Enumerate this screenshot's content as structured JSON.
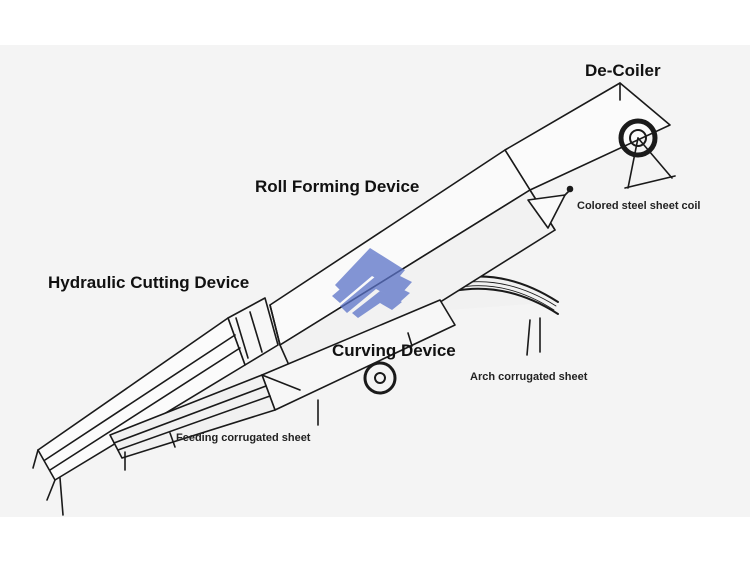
{
  "labels": {
    "decoiler": "De-Coiler",
    "roll_forming": "Roll Forming Device",
    "colored_coil": "Colored steel sheet coil",
    "hydraulic_cutting": "Hydraulic Cutting Device",
    "curving": "Curving Device",
    "arch_sheet": "Arch corrugated sheet",
    "feeding_sheet": "Feeding corrugated sheet"
  },
  "colors": {
    "background": "#ffffff",
    "paper": "#f4f4f4",
    "line": "#1a1a1a",
    "logo_blue": "#5b73c8"
  }
}
